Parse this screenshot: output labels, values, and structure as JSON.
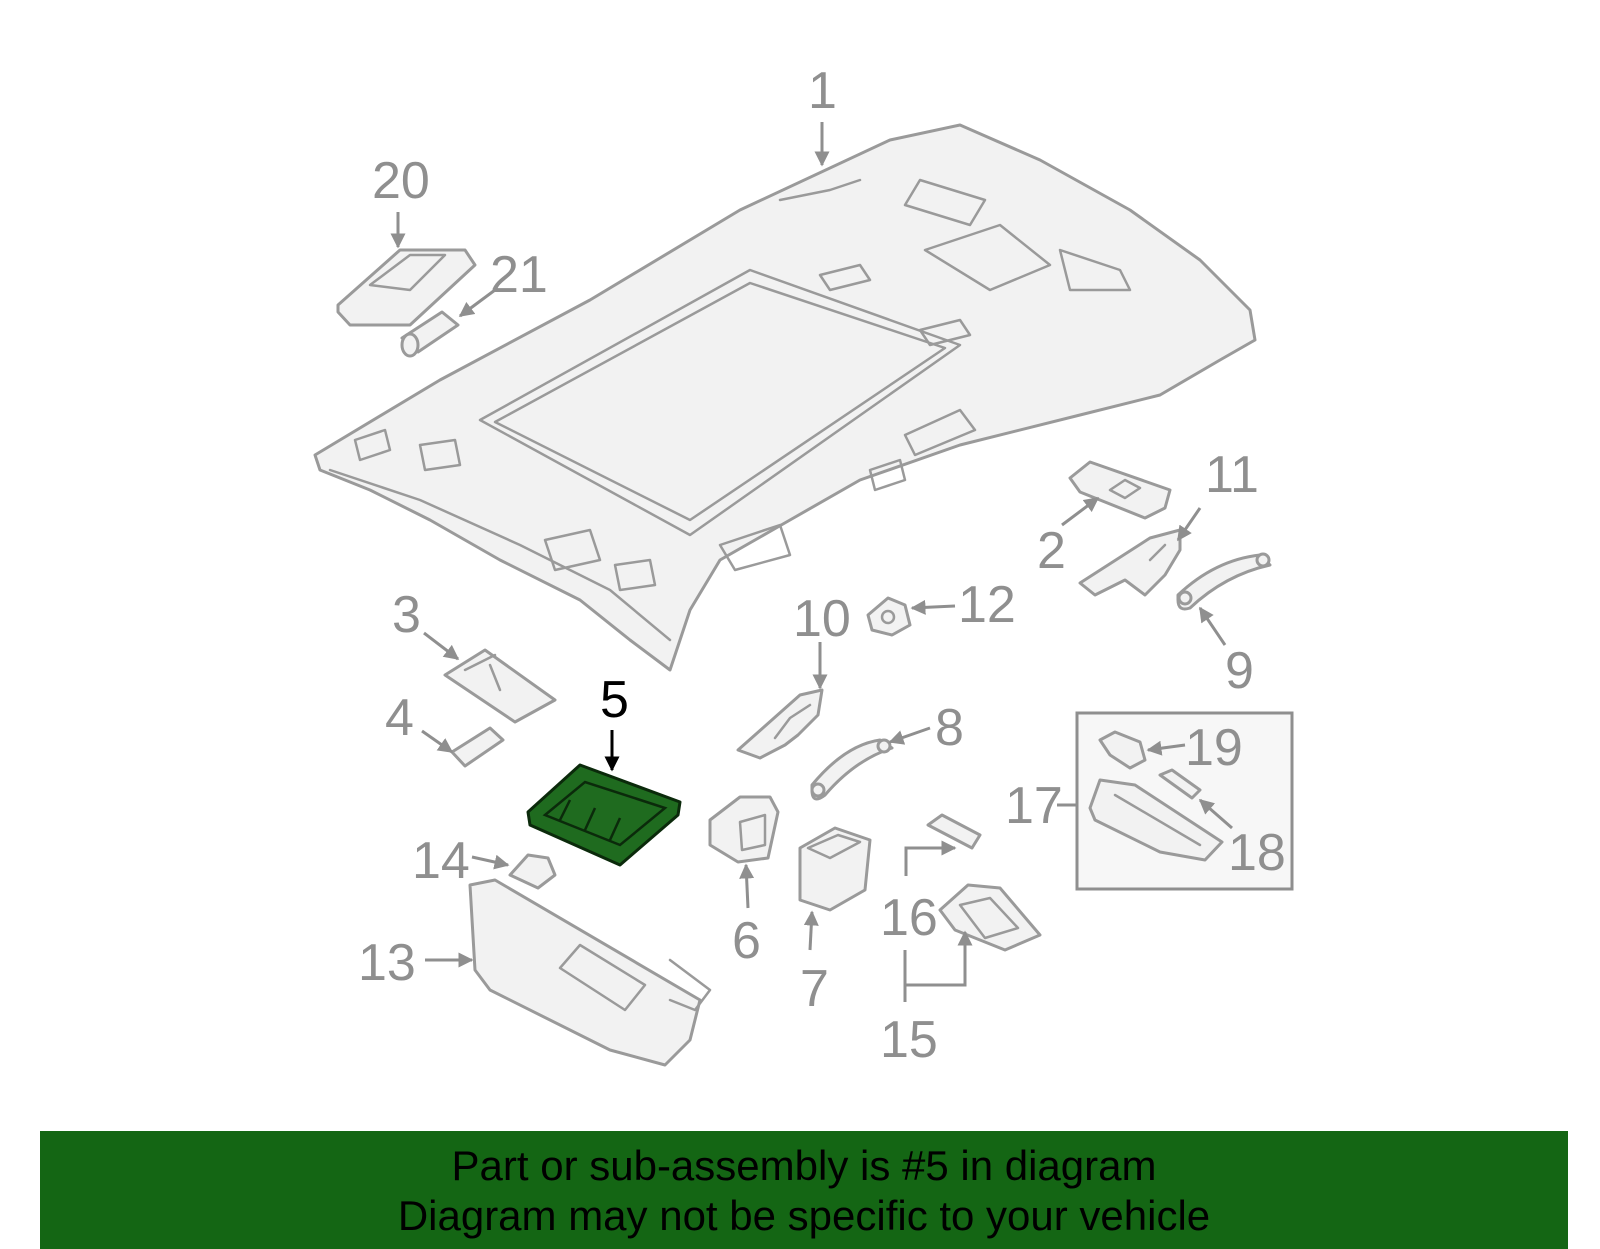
{
  "diagram": {
    "highlighted_part": "5",
    "colors": {
      "highlight_fill": "#1f6b1f",
      "banner_background": "#146614",
      "part_stroke": "#9a9a9a",
      "callout_text": "#8f8f8f",
      "highlight_callout_text": "#000000"
    },
    "callouts": {
      "c1": "1",
      "c2": "2",
      "c3": "3",
      "c4": "4",
      "c5": "5",
      "c6": "6",
      "c7": "7",
      "c8": "8",
      "c9": "9",
      "c10": "10",
      "c11": "11",
      "c12": "12",
      "c13": "13",
      "c14": "14",
      "c15": "15",
      "c16": "16",
      "c17": "17",
      "c18": "18",
      "c19": "19",
      "c20": "20",
      "c21": "21"
    }
  },
  "banner": {
    "line1": "Part or sub-assembly is #5 in diagram",
    "line2": "Diagram may not be specific to your vehicle"
  }
}
